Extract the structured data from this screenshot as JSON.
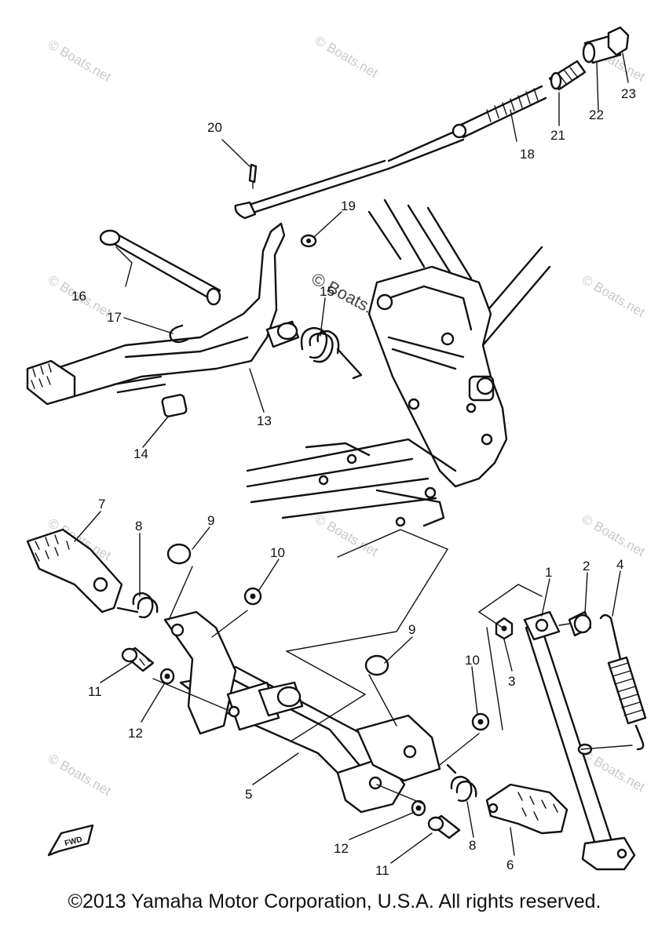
{
  "watermark": "© Boats.net",
  "fwd_label": "FWD",
  "copyright": "©2013 Yamaha Motor Corporation, U.S.A. All rights reserved.",
  "callouts": [
    "1",
    "2",
    "3",
    "4",
    "5",
    "6",
    "7",
    "8",
    "9",
    "10",
    "11",
    "12",
    "13",
    "14",
    "15",
    "16",
    "17",
    "18",
    "19",
    "20",
    "21",
    "22",
    "23"
  ]
}
